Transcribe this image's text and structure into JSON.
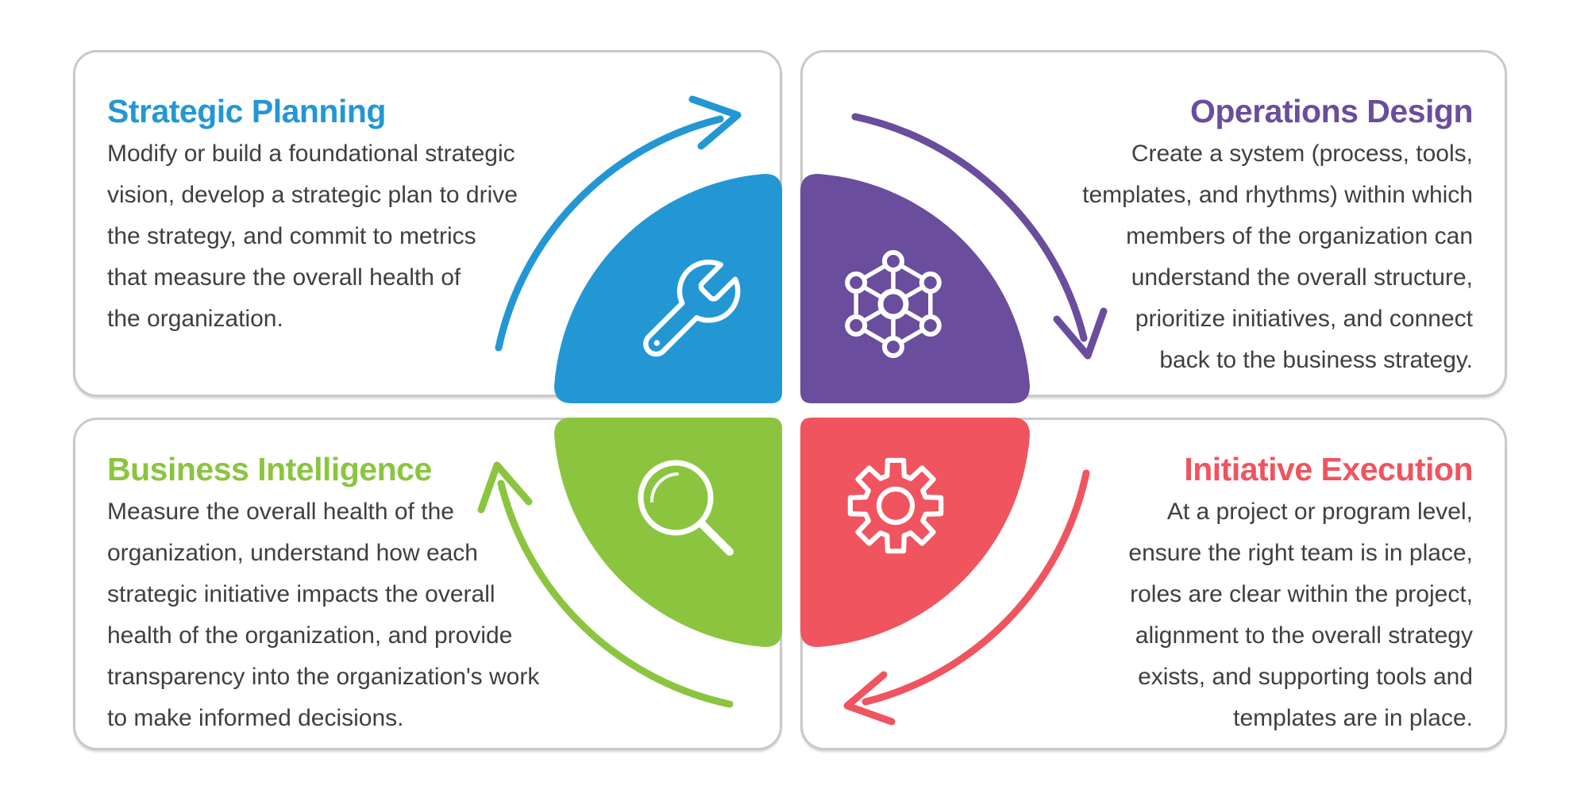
{
  "page": {
    "background": "#ffffff",
    "card_border_color": "#c9c9c9",
    "body_text_color": "#3f3f3f"
  },
  "quadrants": [
    {
      "title": "Strategic Planning",
      "color": "#2397d4",
      "icon": "wrench-icon",
      "body": "Modify or build a foundational strategic\nvision, develop a strategic plan to drive\nthe strategy, and commit to metrics\nthat measure the overall health of\nthe organization."
    },
    {
      "title": "Operations Design",
      "color": "#6a4d9d",
      "icon": "network-icon",
      "body": "Create a system (process, tools,\ntemplates, and rhythms) within which\nmembers of the organization can\nunderstand the overall structure,\nprioritize initiatives, and connect\nback to the business strategy."
    },
    {
      "title": "Business Intelligence",
      "color": "#8bc540",
      "icon": "magnifier-icon",
      "body": "Measure the overall health of the\norganization, understand how each\nstrategic initiative impacts the overall\nhealth of the organization, and provide\ntransparency into the organization's work\nto make informed decisions."
    },
    {
      "title": "Initiative Execution",
      "color": "#f0545f",
      "icon": "gear-icon",
      "body": "At a project or program level,\nensure the right team is in place,\nroles are clear within the project,\nalignment to the overall strategy\nexists, and supporting tools and\ntemplates are in place."
    }
  ]
}
